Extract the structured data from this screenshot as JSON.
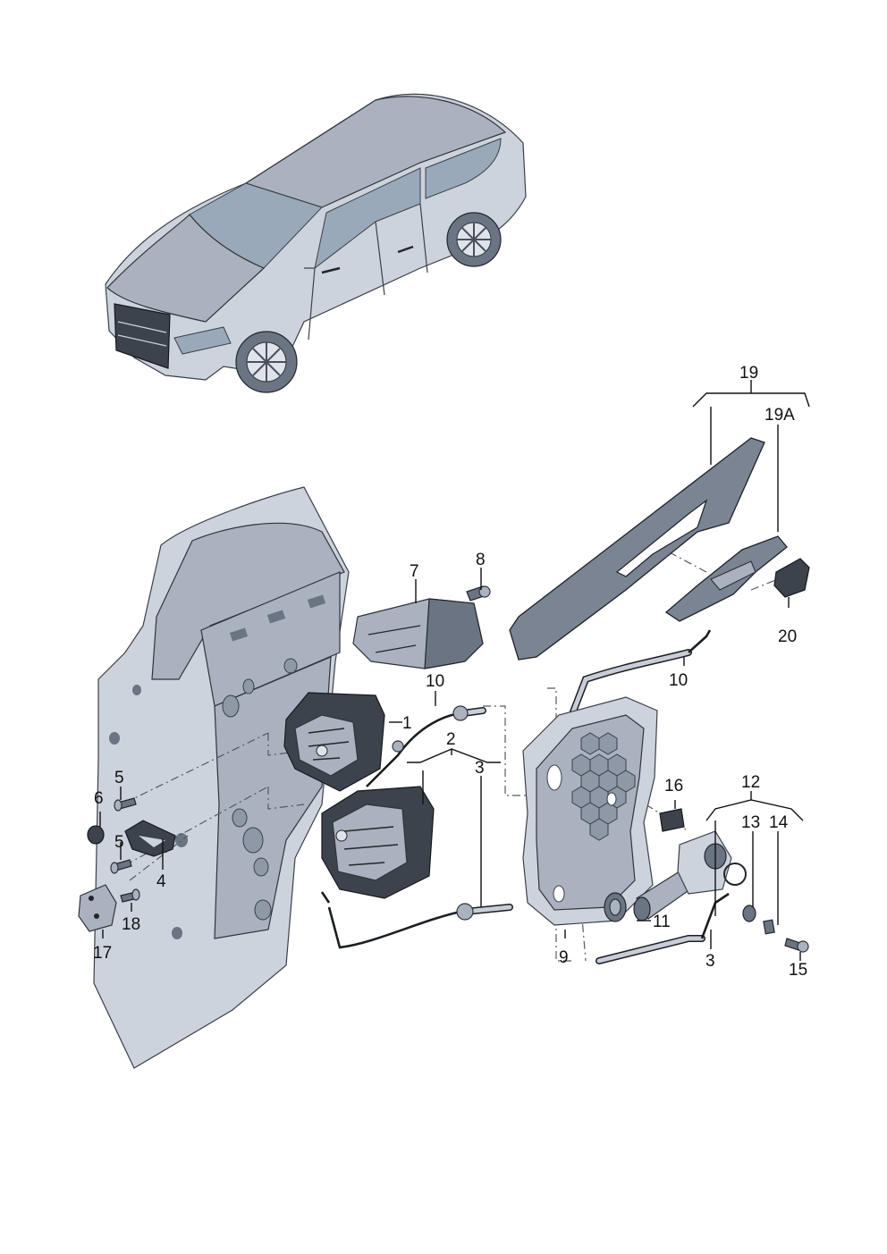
{
  "callouts": {
    "c1": "1",
    "c2": "2",
    "c3a": "3",
    "c3b": "3",
    "c4": "4",
    "c5a": "5",
    "c5b": "5",
    "c6": "6",
    "c7": "7",
    "c8": "8",
    "c9": "9",
    "c10a": "10",
    "c10b": "10",
    "c11": "11",
    "c12": "12",
    "c13": "13",
    "c14": "14",
    "c15": "15",
    "c16": "16",
    "c17": "17",
    "c18": "18",
    "c19": "19",
    "c19a": "19A",
    "c20": "20"
  },
  "colors": {
    "linework": "#111111",
    "metal_light": "#cdd3dc",
    "metal_mid": "#aab2bf",
    "part_dark": "#3d434d",
    "glass": "#9aa9ba"
  }
}
